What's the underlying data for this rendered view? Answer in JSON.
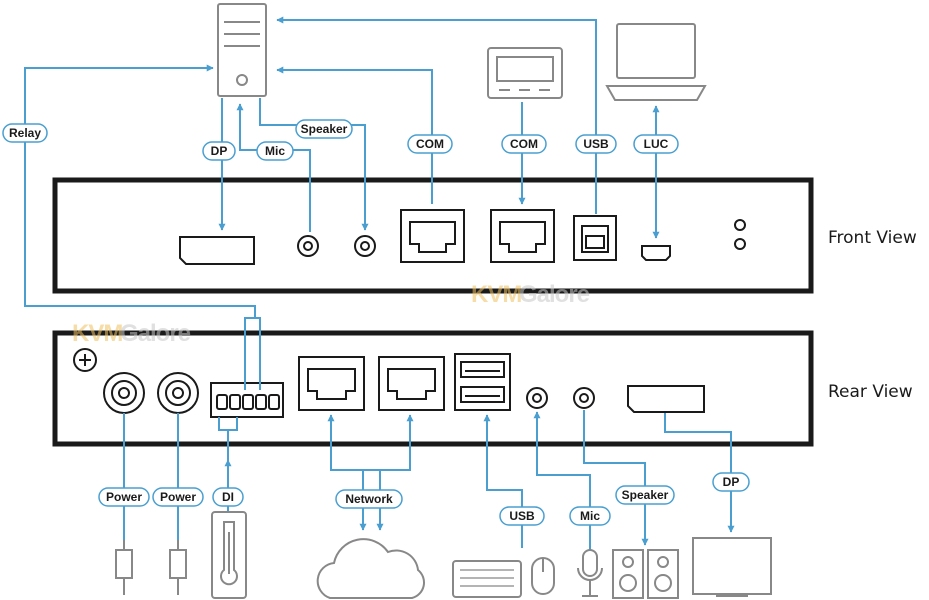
{
  "views": {
    "front": "Front View",
    "rear": "Rear View"
  },
  "watermark": {
    "part1": "KVM",
    "part2": "Galore"
  },
  "labels": {
    "relay": "Relay",
    "dp_front": "DP",
    "mic_front": "Mic",
    "speaker_front": "Speaker",
    "com_pc": "COM",
    "com_device": "COM",
    "usb_front": "USB",
    "luc": "LUC",
    "power1": "Power",
    "power2": "Power",
    "di": "DI",
    "network": "Network",
    "usb_rear": "USB",
    "mic_rear": "Mic",
    "speaker_rear": "Speaker",
    "dp_rear": "DP"
  },
  "colors": {
    "line": "#4a9fd0",
    "device": "#888888",
    "chassis": "#1a1a1a",
    "pill_border": "#4a9fd0",
    "watermark_main": "#f0c060",
    "watermark_shadow": "#c8c8c8"
  },
  "icons": [
    "computer-icon",
    "serial-device-icon",
    "laptop-icon",
    "power-plug-icon",
    "thermometer-icon",
    "cloud-icon",
    "keyboard-icon",
    "mouse-icon",
    "microphone-icon",
    "speakers-icon",
    "monitor-icon"
  ]
}
